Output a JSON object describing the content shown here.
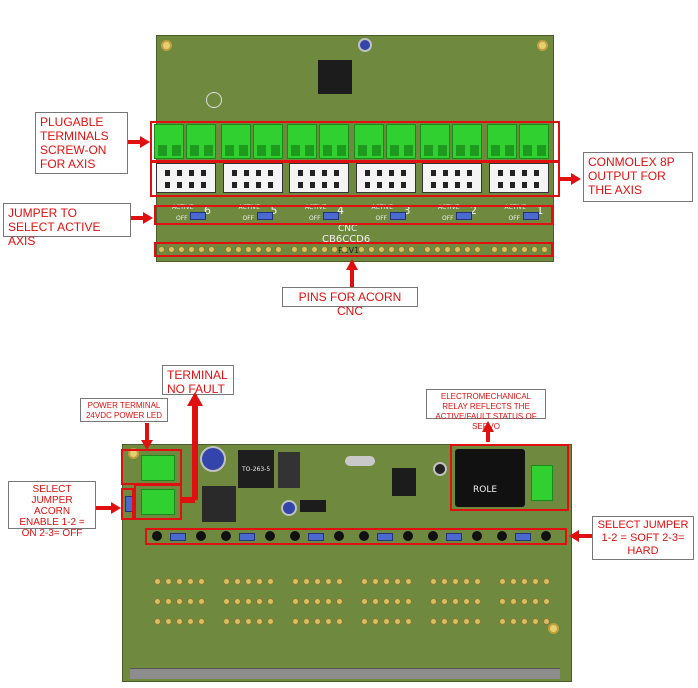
{
  "top_board": {
    "labels": {
      "pluggable_terminals": "PLUGABLE TERMINALS SCREW-ON FOR AXIS",
      "conmolex": "CONMOLEX 8P OUTPUT FOR THE AXIS",
      "jumper_axis": "JUMPER TO SELECT ACTIVE AXIS",
      "acorn_pins": "PINS FOR ACORN CNC"
    },
    "silkscreen": {
      "title": "CNC",
      "model": "CB6CCD6",
      "rev": "REV1",
      "active": "ACTIVE",
      "off": "OFF",
      "axis_numbers": [
        "6",
        "5",
        "4",
        "3",
        "2",
        "1"
      ]
    }
  },
  "bottom_board": {
    "labels": {
      "terminal_no_fault": "TERMINAL NO FAULT",
      "power_terminal": "POWER TERMINAL 24VDC POWER LED",
      "select_jumper_acorn": "SELECT JUMPER ACORN ENABLE 1-2 = ON 2-3= OFF",
      "relay": "ELECTROMECHANICAL RELAY REFLECTS THE ACTIVE/FAULT STATUS OF SERVO",
      "select_jumper_soft": "SELECT JUMPER 1-2 = SOFT 2-3= HARD"
    },
    "silkscreen": {
      "regulator": "TO-263-5",
      "relay": "ROLE"
    }
  },
  "colors": {
    "accent_red": "#e01010",
    "pcb_green": "#6f8a3f",
    "terminal_green": "#2fd02f"
  }
}
